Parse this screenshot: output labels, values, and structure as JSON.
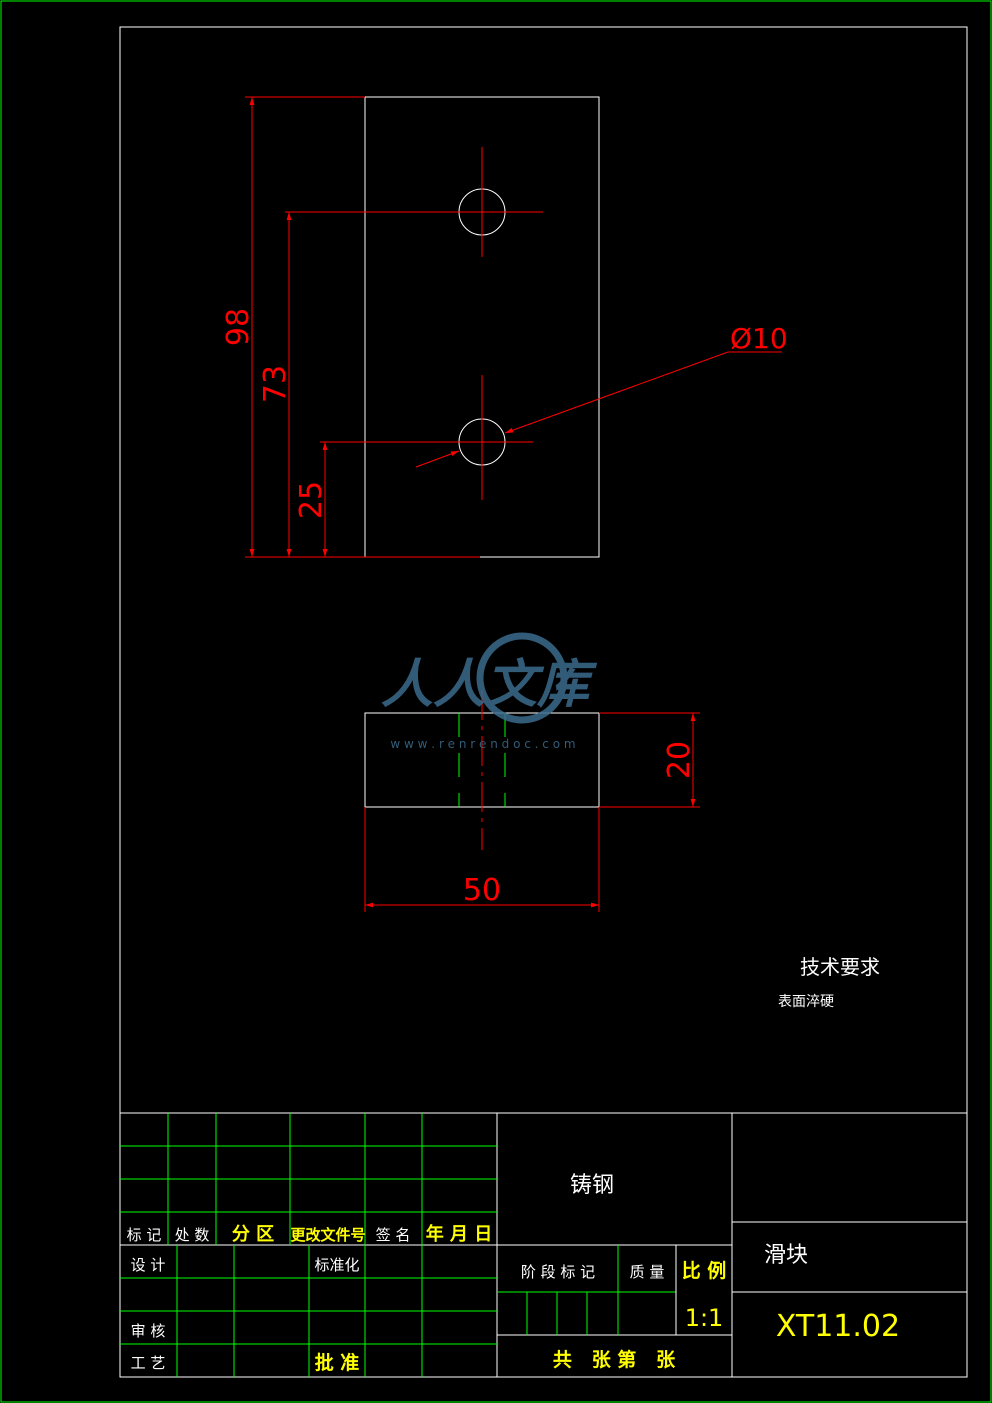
{
  "drawing": {
    "dimensions": {
      "height_98": "98",
      "height_73": "73",
      "height_25": "25",
      "hole_diameter": "Ø10",
      "thickness_20": "20",
      "width_50": "50"
    },
    "technical_requirements": {
      "heading": "技术要求",
      "note": "表面淬硬"
    }
  },
  "watermark": {
    "logo_text": "人人文库",
    "url": "w w w . r e n r e n d o c . c o m"
  },
  "title_block": {
    "material": "铸钢",
    "part_name": "滑块",
    "drawing_number": "XT11.02",
    "scale_value": "1:1",
    "revision_header": {
      "mark": "标 记",
      "count": "处 数",
      "zone": "分 区",
      "change_doc": "更改文件号",
      "signature": "签 名",
      "date": "年 月 日"
    },
    "roles": {
      "design": "设 计",
      "standardization": "标准化",
      "review": "审 核",
      "process": "工 艺",
      "approve": "批 准"
    },
    "stage_header": {
      "stage": "阶 段 标 记",
      "weight": "质 量",
      "scale": "比 例"
    },
    "sheets": "共   张 第   张"
  },
  "colors": {
    "background": "#000000",
    "border": "#00ff00",
    "outline": "#ffffff",
    "dimension": "#ff0000",
    "table_grid": "#00ff00",
    "text_white": "#ffffff",
    "text_yellow": "#ffff00",
    "watermark": "#3b6b8e"
  }
}
